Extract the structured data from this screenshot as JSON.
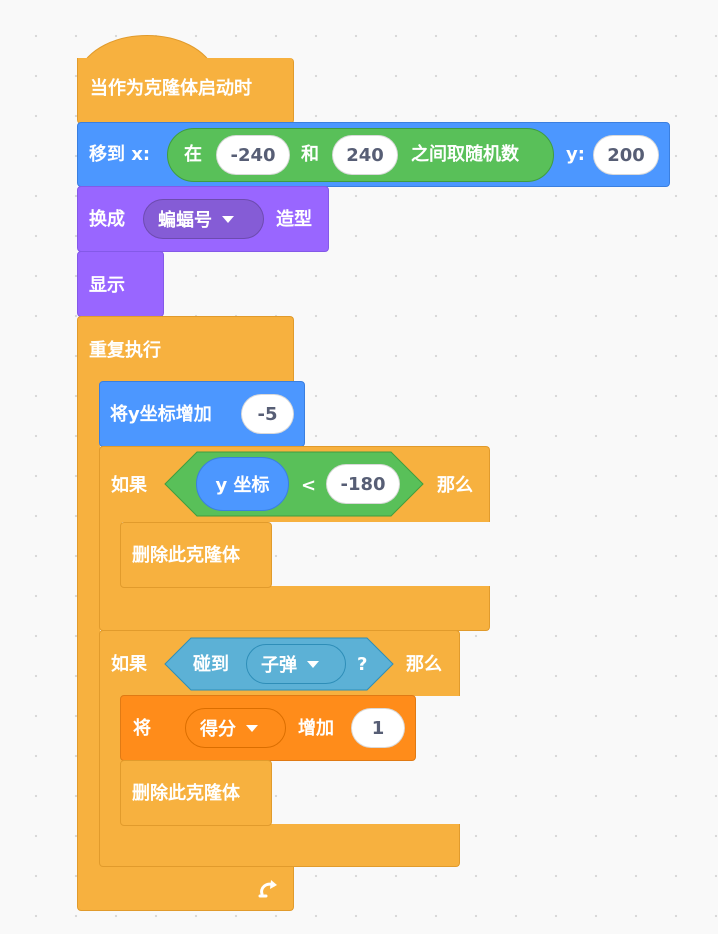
{
  "hat": {
    "label": "当作为克隆体启动时"
  },
  "goto_random": {
    "label": "移到 x:",
    "op_pre": "在",
    "min": "-240",
    "op_mid": "和",
    "max": "240",
    "op_post": "之间取随机数",
    "y_label": "y:",
    "y_value": "200"
  },
  "switch_costume": {
    "label_pre": "换成",
    "costume": "蝙蝠号",
    "label_post": "造型"
  },
  "show": {
    "label": "显示"
  },
  "forever": {
    "label": "重复执行"
  },
  "change_y": {
    "label": "将y坐标增加",
    "value": "-5"
  },
  "if1": {
    "label_if": "如果",
    "reporter": "y 坐标",
    "op": "<",
    "value": "-180",
    "label_then": "那么",
    "delete_label": "删除此克隆体"
  },
  "if2": {
    "label_if": "如果",
    "sensing_label": "碰到",
    "target": "子弹",
    "question": "?",
    "label_then": "那么",
    "change_var_label": "将",
    "var_name": "得分",
    "change_by_label": "增加",
    "change_value": "1",
    "delete_label": "删除此克隆体"
  },
  "colors": {
    "control": "#f7b13f",
    "motion": "#4c97ff",
    "looks": "#9966ff",
    "operators": "#59c059",
    "sensing": "#5cb1d6",
    "variables": "#ff8c1a"
  },
  "icons": {
    "loop_arrow": "loop-arrow-icon",
    "dropdown": "chevron-down-icon"
  }
}
